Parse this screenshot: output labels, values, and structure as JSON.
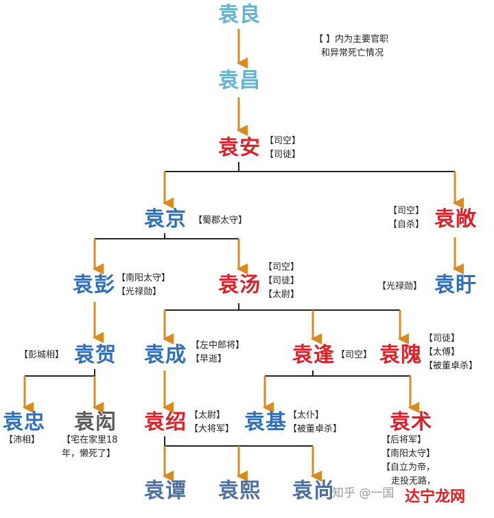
{
  "legend": [
    "【 】内为主要官职",
    "和异常死亡情况"
  ],
  "people": {
    "liang": {
      "name": "袁良"
    },
    "chang": {
      "name": "袁昌"
    },
    "an": {
      "name": "袁安",
      "notes": [
        "【司空】",
        "【司徒】"
      ]
    },
    "jing": {
      "name": "袁京",
      "notes": [
        "【蜀郡太守】"
      ]
    },
    "chang2": {
      "name": "袁敞",
      "notes": [
        "【司空】",
        "【自杀】"
      ]
    },
    "peng": {
      "name": "袁彭",
      "notes": [
        "【南阳太守】",
        "【光禄勋】"
      ]
    },
    "tang": {
      "name": "袁汤",
      "notes": [
        "【司空】",
        "【司徒】",
        "【太尉】"
      ]
    },
    "xu": {
      "name": "袁盱",
      "notes": [
        "【光禄勋】"
      ]
    },
    "he": {
      "name": "袁贺",
      "notes": [
        "【彭城相】"
      ]
    },
    "cheng": {
      "name": "袁成",
      "notes": [
        "【左中郎将】",
        "【早逝】"
      ]
    },
    "feng": {
      "name": "袁逢",
      "notes": [
        "【司空】"
      ]
    },
    "wei": {
      "name": "袁隗",
      "notes": [
        "【司徒】",
        "【太傅】",
        "【被董卓杀】"
      ]
    },
    "zhong": {
      "name": "袁忠",
      "notes": [
        "【沛相】"
      ]
    },
    "hong": {
      "name": "袁闳",
      "notes": [
        "【宅在家里18",
        "年，懒死了】"
      ]
    },
    "shao": {
      "name": "袁绍",
      "notes": [
        "【太尉】",
        "【大将军】"
      ]
    },
    "ji": {
      "name": "袁基",
      "notes": [
        "【太仆】",
        "【被董卓杀】"
      ]
    },
    "shu": {
      "name": "袁术",
      "notes": [
        "【后将军】",
        "【南阳太守】",
        "【自立为帝，",
        "走投无路，"
      ]
    },
    "tan": {
      "name": "袁谭"
    },
    "xi": {
      "name": "袁熙"
    },
    "shang": {
      "name": "袁尚"
    }
  },
  "colors": {
    "arrow": "#d98a21",
    "line": "#222222"
  },
  "watermark": {
    "text": "知乎 @一国",
    "stamp": "达宁龙网"
  }
}
